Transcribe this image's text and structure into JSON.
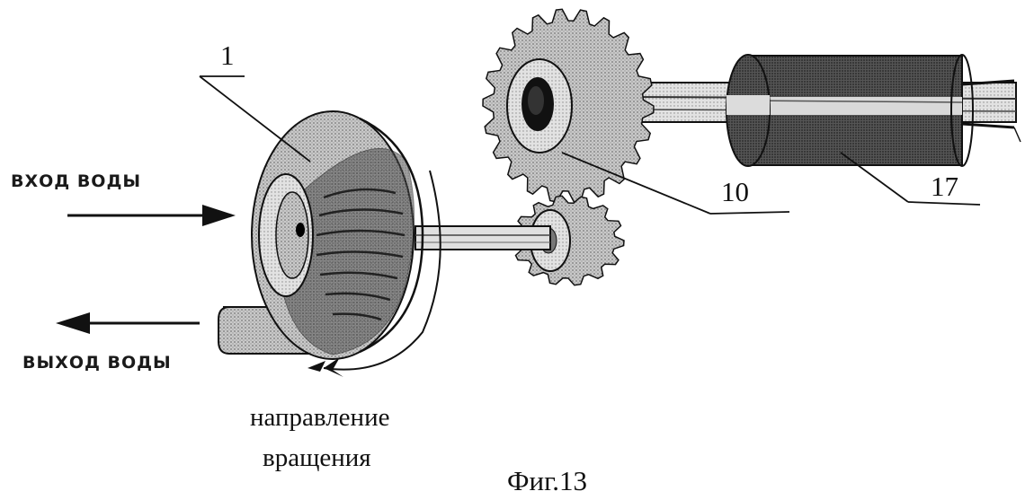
{
  "labels": {
    "water_in": "ВХОД ВОДЫ",
    "water_out": "ВЫХОД ВОДЫ",
    "rotation_line1": "направление",
    "rotation_line2": "вращения",
    "ref_turbine": "1",
    "ref_gear": "10",
    "ref_generator": "17",
    "caption": "Фиг.13"
  }
}
